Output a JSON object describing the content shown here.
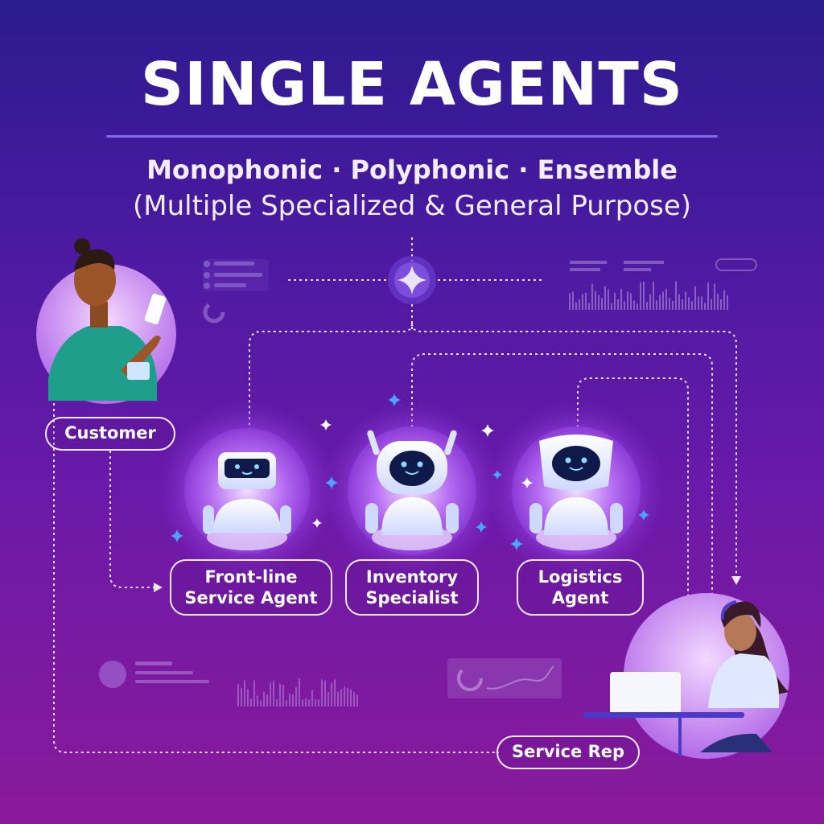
{
  "header": {
    "title": "SINGLE AGENTS",
    "subtitle_line1": "Monophonic · Polyphonic · Ensemble",
    "subtitle_line2": "(Multiple Specialized & General Purpose)"
  },
  "actors": {
    "customer_label": "Customer",
    "service_rep_label": "Service Rep"
  },
  "agents": [
    {
      "line1": "Front-line",
      "line2": "Service Agent"
    },
    {
      "line1": "Inventory",
      "line2": "Specialist"
    },
    {
      "line1": "Logistics",
      "line2": "Agent"
    }
  ],
  "colors": {
    "bg_top": "#2b1b8f",
    "bg_bottom": "#8a1a9a",
    "pill_border": "#f3e8ff",
    "connector": "#e9dcff",
    "sparkle": "#4aa3ff"
  },
  "icons": [
    "sparkle-hub-icon",
    "robot-icon",
    "customer-avatar",
    "service-rep-avatar"
  ]
}
